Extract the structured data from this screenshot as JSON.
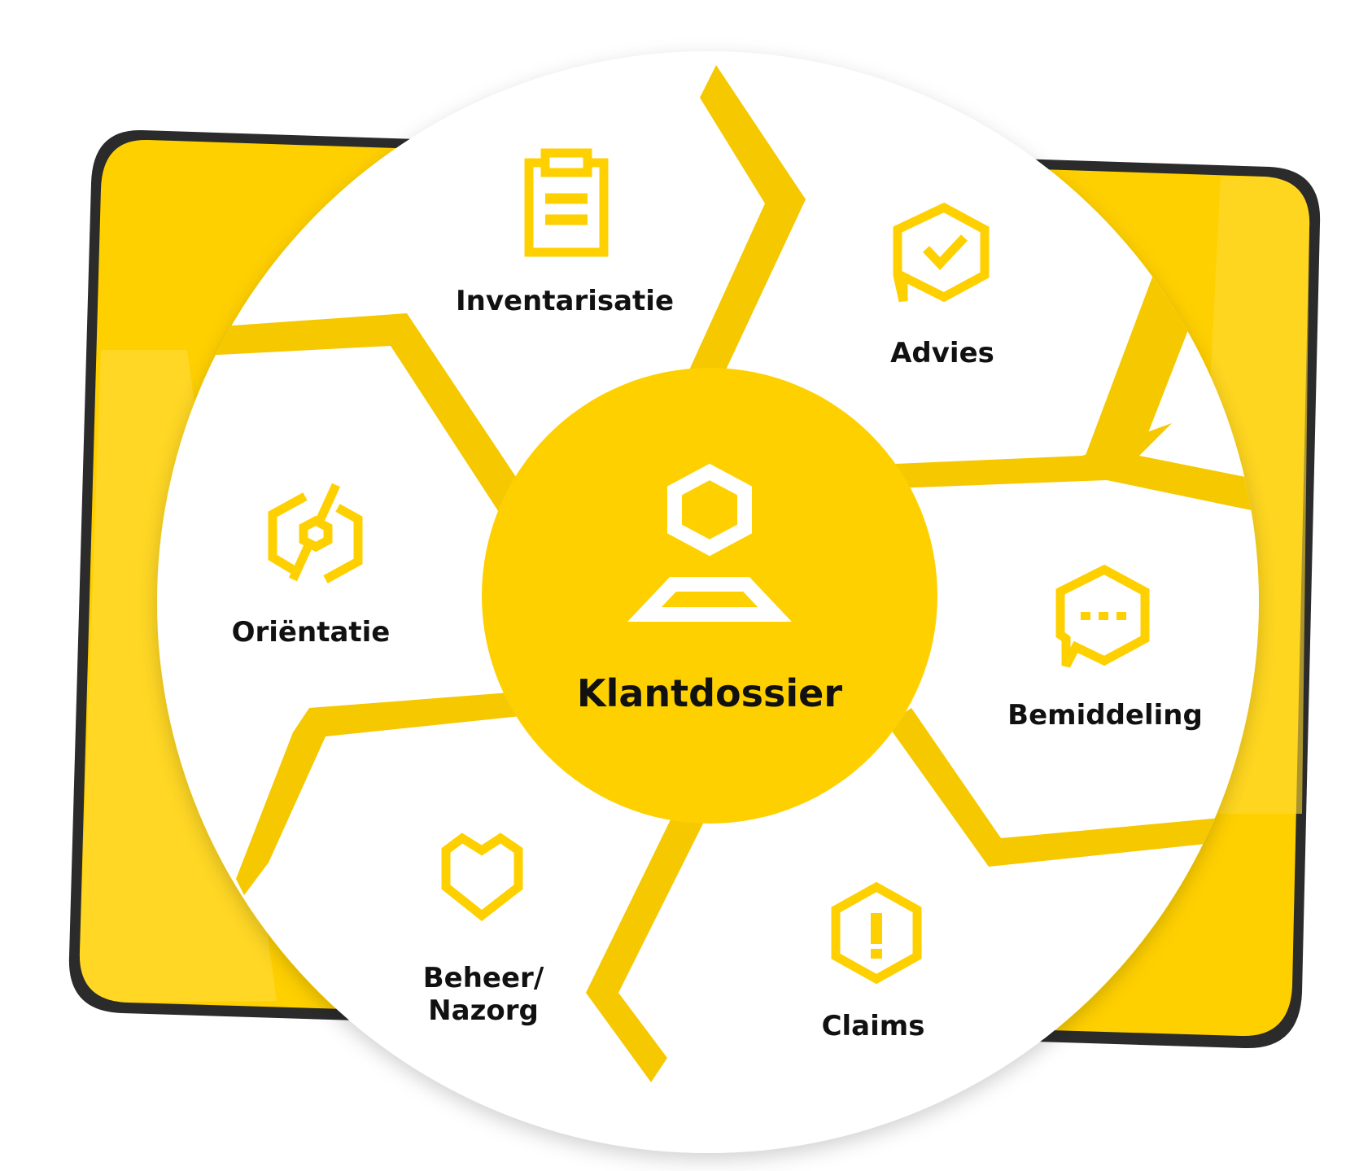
{
  "center": {
    "label": "Klantdossier",
    "icon": "user-profile-icon"
  },
  "segments": [
    {
      "id": "inventarisatie",
      "label": "Inventarisatie",
      "icon": "clipboard-icon"
    },
    {
      "id": "advies",
      "label": "Advies",
      "icon": "chat-check-icon"
    },
    {
      "id": "bemiddeling",
      "label": "Bemiddeling",
      "icon": "chat-dots-icon"
    },
    {
      "id": "claims",
      "label": "Claims",
      "icon": "alert-icon"
    },
    {
      "id": "beheer",
      "label_lines": [
        "Beheer/",
        "Nazorg"
      ],
      "icon": "heart-icon"
    },
    {
      "id": "orientatie",
      "label": "Oriëntatie",
      "icon": "compass-icon"
    }
  ],
  "colors": {
    "accent": "#FFD000",
    "accent_dark": "#F2C200",
    "tablet_frame": "#2b2b2b",
    "wheel": "#ffffff",
    "text": "#111111"
  }
}
